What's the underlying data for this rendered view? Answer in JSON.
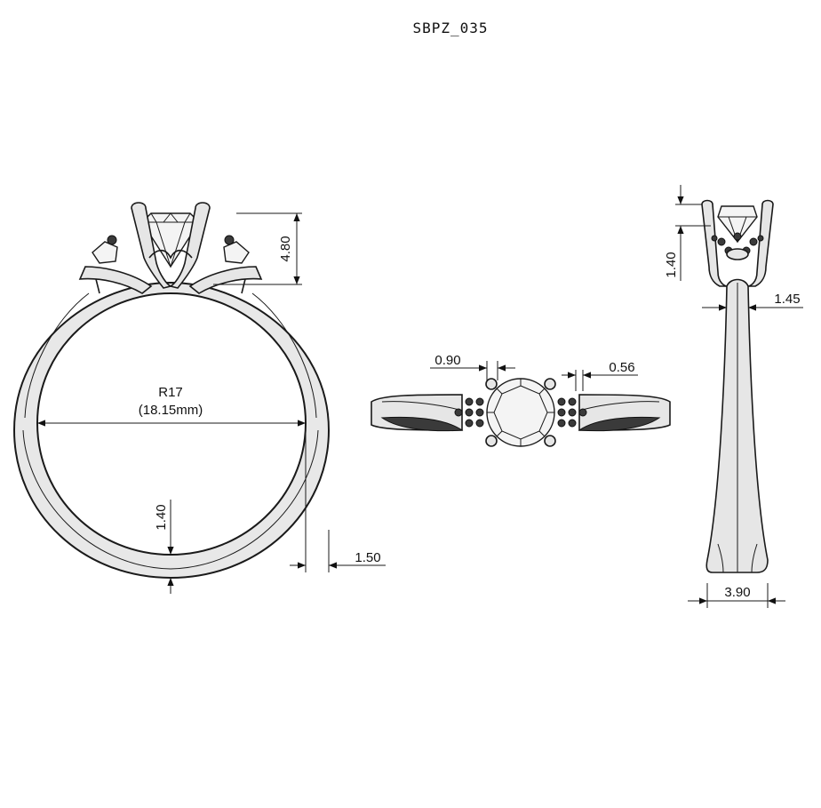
{
  "title": "SBPZ_035",
  "front_view": {
    "size_label": "R17",
    "diameter_label": "(18.15mm)",
    "band_thickness": "1.40",
    "band_width_bottom": "1.50",
    "setting_height": "4.80"
  },
  "top_view": {
    "prong_width": "0.90",
    "side_stone_gap": "0.56"
  },
  "side_view": {
    "head_height": "1.40",
    "shank_top_width": "1.45",
    "shank_bottom_width": "3.90"
  }
}
